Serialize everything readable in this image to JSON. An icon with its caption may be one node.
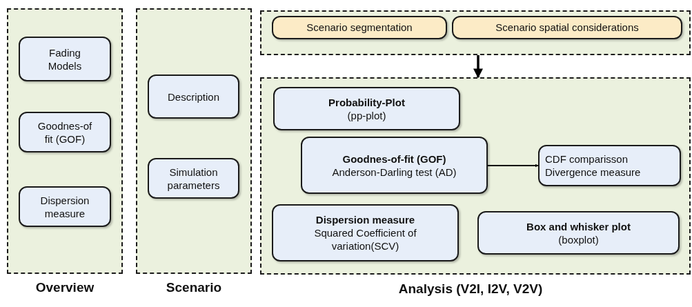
{
  "diagram": {
    "nodes": [
      {
        "text": [
          "Overview"
        ]
      },
      {
        "text": [
          "Fading Models"
        ],
        "in": 0
      },
      {
        "text": [
          "Goodnes-of fit (GOF)"
        ],
        "in": 0
      },
      {
        "text": [
          "Dispersion measure"
        ],
        "in": 0
      },
      {
        "text": [
          "Scenario"
        ]
      },
      {
        "text": [
          "Description"
        ],
        "in": 4
      },
      {
        "text": [
          "Simulation parameters"
        ],
        "in": 4
      },
      {
        "text": [],
        "shape": "box"
      },
      {
        "text": [
          "Scenario segmentation"
        ],
        "in": 7
      },
      {
        "text": [
          "Scenario spatial considerations"
        ],
        "in": 7
      },
      {
        "text": [],
        "shape": "box"
      },
      {
        "text": [
          "Probability-Plot",
          "(pp-plot)"
        ],
        "in": 10
      },
      {
        "text": [
          "Goodnes-of-fit (GOF)",
          "Anderson-Darling test (AD)"
        ],
        "in": 10
      },
      {
        "text": [
          "CDF comparisson",
          "Divergence measure"
        ],
        "in": 10
      },
      {
        "text": [
          "Dispersion measure",
          "Squared Coefficient of variation(SCV)"
        ],
        "in": 10
      },
      {
        "text": [
          "Box and whisker plot",
          "(boxplot)"
        ],
        "in": 10
      }
    ],
    "edges": [
      {
        "from": 7,
        "to": 10,
        "arrow": "to",
        "style": "thick"
      },
      {
        "from": 12,
        "to": 13,
        "arrow": "to"
      }
    ],
    "labels": [
      "Analysis (V2I, I2V, V2V)"
    ]
  }
}
